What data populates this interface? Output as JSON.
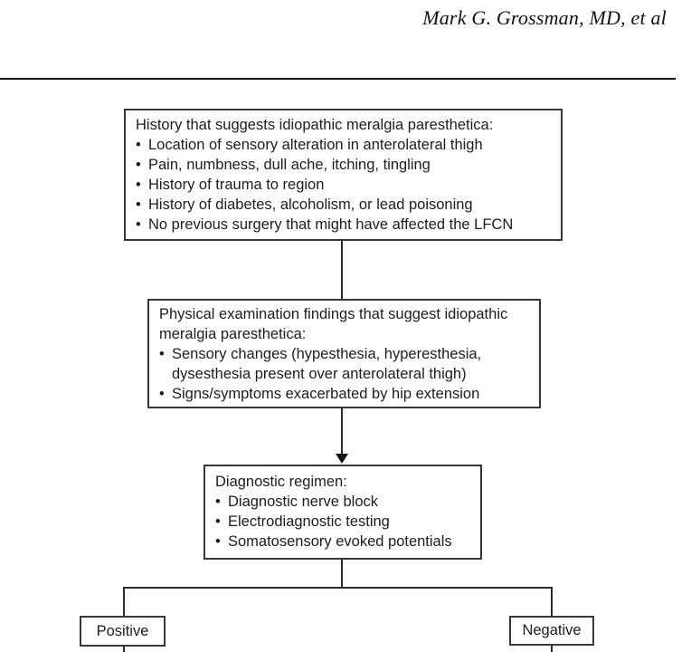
{
  "header": {
    "author": "Mark G. Grossman, MD, et al"
  },
  "flowchart": {
    "history_box": {
      "title": "History that suggests idiopathic meralgia paresthetica:",
      "bullets": [
        "Location of sensory alteration in anterolateral thigh",
        "Pain, numbness, dull ache, itching, tingling",
        "History of trauma to region",
        "History of diabetes, alcoholism, or lead poisoning",
        "No previous surgery that might have affected the LFCN"
      ]
    },
    "physical_exam_box": {
      "title": "Physical examination findings that suggest idiopathic meralgia paresthetica:",
      "bullets": [
        "Sensory changes (hypesthesia, hyperesthesia, dysesthesia present over anterolateral thigh)",
        "Signs/symptoms exacerbated by hip extension"
      ]
    },
    "diagnostic_box": {
      "title": "Diagnostic regimen:",
      "bullets": [
        "Diagnostic nerve block",
        "Electrodiagnostic testing",
        "Somatosensory evoked potentials"
      ]
    },
    "outcomes": {
      "positive": "Positive",
      "negative": "Negative"
    }
  },
  "colors": {
    "background": "#ffffff",
    "text": "#1d1d1d",
    "line": "#2c2c2c"
  }
}
